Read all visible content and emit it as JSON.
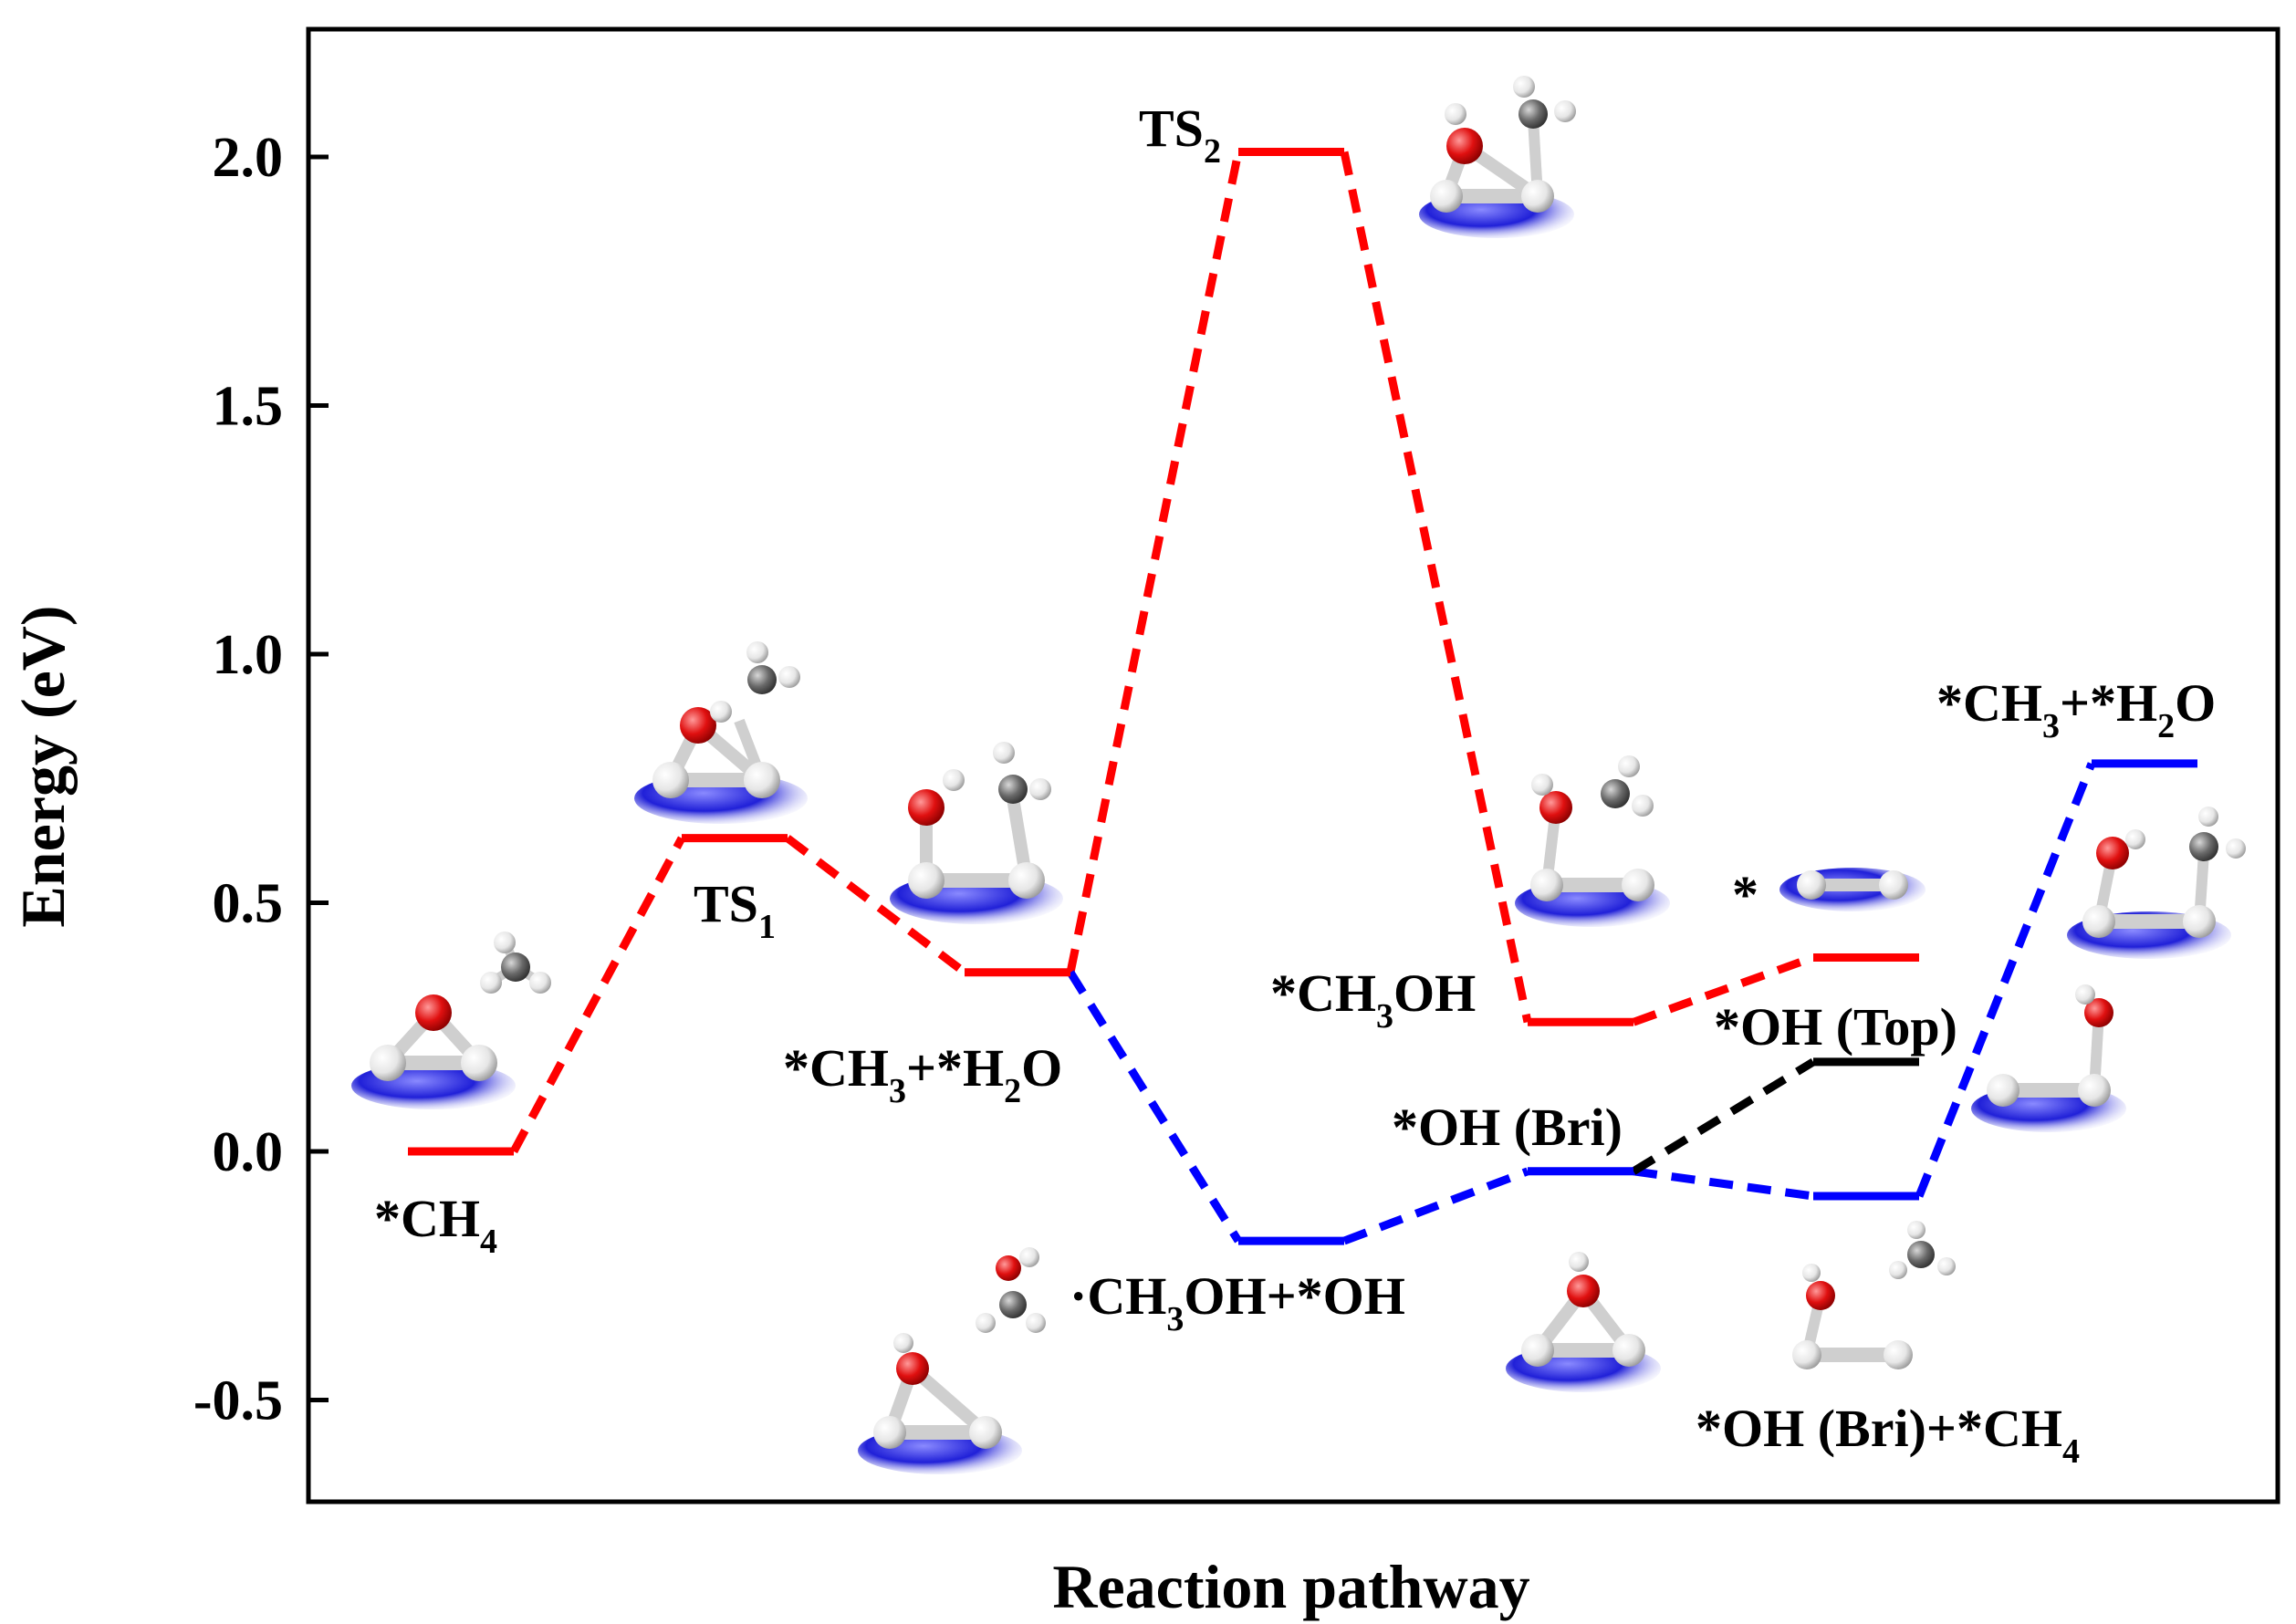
{
  "chart_data": {
    "type": "line",
    "xlabel": "Reaction pathway",
    "ylabel": "Energy (eV)",
    "ylim": [
      -0.7,
      2.25
    ],
    "yticks": [
      "-0.5",
      "0.0",
      "0.5",
      "1.0",
      "1.5",
      "2.0"
    ],
    "ytick_values": [
      -0.5,
      0.0,
      0.5,
      1.0,
      1.5,
      2.0
    ],
    "grid": false,
    "colors": {
      "red": "#ff0000",
      "blue": "#0000ff",
      "black": "#000000"
    },
    "levels": [
      {
        "id": "ch4",
        "step": 0,
        "energy": 0.0,
        "color": "red"
      },
      {
        "id": "ts1",
        "step": 1,
        "energy": 0.63,
        "color": "red"
      },
      {
        "id": "ch3_h2o_a",
        "step": 2,
        "energy": 0.36,
        "color": "red"
      },
      {
        "id": "ts2",
        "step": 3,
        "energy": 2.01,
        "color": "red"
      },
      {
        "id": "ch3oh_oh",
        "step": 3,
        "energy": -0.18,
        "color": "blue"
      },
      {
        "id": "ch3oh",
        "step": 4,
        "energy": 0.26,
        "color": "red"
      },
      {
        "id": "oh_bri",
        "step": 4,
        "energy": -0.04,
        "color": "blue"
      },
      {
        "id": "star",
        "step": 5,
        "energy": 0.39,
        "color": "red"
      },
      {
        "id": "oh_top",
        "step": 5,
        "energy": 0.18,
        "color": "black"
      },
      {
        "id": "oh_bri_ch4",
        "step": 5,
        "energy": -0.09,
        "color": "blue"
      },
      {
        "id": "ch3_h2o_b",
        "step": 6,
        "energy": 0.78,
        "color": "blue"
      }
    ],
    "connectors": [
      {
        "from": "ch4",
        "to": "ts1",
        "color": "red"
      },
      {
        "from": "ts1",
        "to": "ch3_h2o_a",
        "color": "red"
      },
      {
        "from": "ch3_h2o_a",
        "to": "ts2",
        "color": "red"
      },
      {
        "from": "ts2",
        "to": "ch3oh",
        "color": "red"
      },
      {
        "from": "ch3oh",
        "to": "star",
        "color": "red"
      },
      {
        "from": "ch3_h2o_a",
        "to": "ch3oh_oh",
        "color": "blue"
      },
      {
        "from": "ch3oh_oh",
        "to": "oh_bri",
        "color": "blue"
      },
      {
        "from": "oh_bri",
        "to": "oh_bri_ch4",
        "color": "blue"
      },
      {
        "from": "oh_bri_ch4",
        "to": "ch3_h2o_b",
        "color": "blue"
      },
      {
        "from": "oh_bri",
        "to": "oh_top",
        "color": "black"
      }
    ],
    "labels": {
      "ch4": {
        "main": "*CH",
        "sub": "4"
      },
      "ts1": {
        "main": "TS",
        "sub": "1"
      },
      "ts2": {
        "main": "TS",
        "sub": "2"
      },
      "ch3_h2o_a": {
        "p1": "*CH",
        "s1": "3",
        "p2": "+*H",
        "s2": "2",
        "p3": "O"
      },
      "ch3oh": {
        "p1": "*CH",
        "s1": "3",
        "p2": "OH"
      },
      "ch3oh_oh": {
        "p1": "·CH",
        "s1": "3",
        "p2": "OH+*OH"
      },
      "star": "*",
      "oh_top": "*OH (Top)",
      "oh_bri": "*OH (Bri)",
      "oh_bri_ch4": {
        "main": "*OH (Bri)+*CH",
        "sub": "4"
      },
      "ch3_h2o_b": {
        "p1": "*CH",
        "s1": "3",
        "p2": "+*H",
        "s2": "2",
        "p3": "O"
      }
    }
  }
}
